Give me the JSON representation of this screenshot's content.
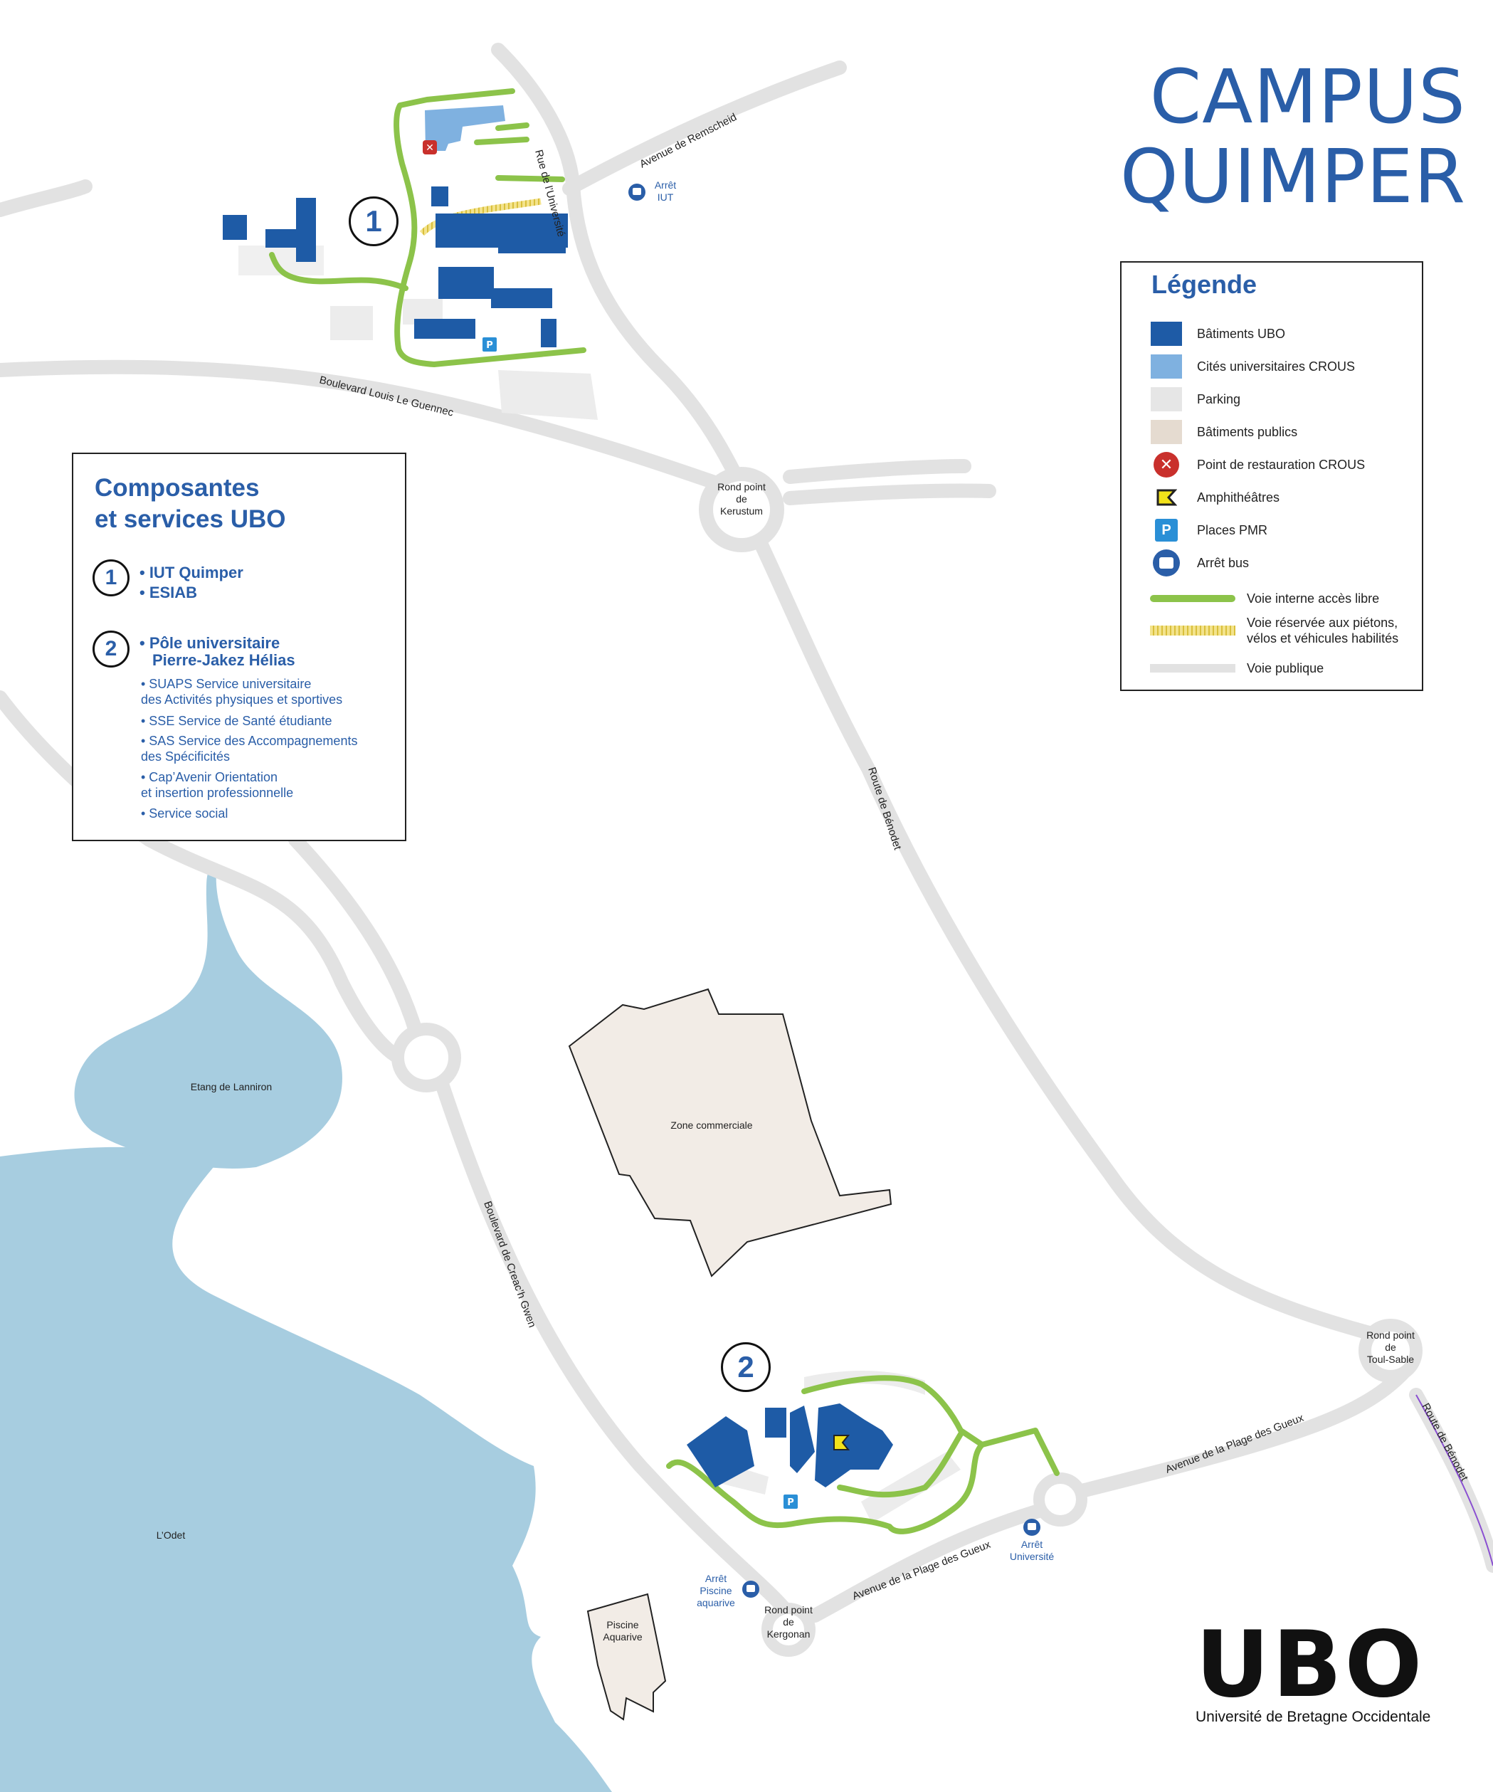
{
  "title": {
    "line1": "CAMPUS",
    "line2": "QUIMPER"
  },
  "colors": {
    "ubo_building": "#1e5ba6",
    "crous_building": "#7fb1e0",
    "parking": "#e6e6e6",
    "public_building": "#efe9e2",
    "restaurant": "#c9302c",
    "amphitheatre": "#f2e21a",
    "pmr": "#2a8fd6",
    "bus": "#2a5ea8",
    "free_access_path": "#8cc34a",
    "restricted_path": "#e8d66a",
    "public_road": "#e2e2e2",
    "water": "#a7cde0",
    "title_blue": "#2a5ea8"
  },
  "legend": {
    "title": "Légende",
    "items": [
      {
        "icon": "ubo-building-swatch",
        "label": "Bâtiments UBO"
      },
      {
        "icon": "crous-building-swatch",
        "label": "Cités universitaires CROUS"
      },
      {
        "icon": "parking-swatch",
        "label": "Parking"
      },
      {
        "icon": "public-building-swatch",
        "label": "Bâtiments publics"
      },
      {
        "icon": "restaurant-icon",
        "label": "Point de restauration CROUS"
      },
      {
        "icon": "amphitheatre-icon",
        "label": "Amphithéâtres"
      },
      {
        "icon": "pmr-icon",
        "label": "Places PMR"
      },
      {
        "icon": "bus-icon",
        "label": "Arrêt bus"
      },
      {
        "icon": "green-path-line",
        "label": "Voie interne accès libre"
      },
      {
        "icon": "yellow-path-line",
        "label": "Voie réservée aux piétons,\nvélos et véhicules habilités"
      },
      {
        "icon": "grey-road-line",
        "label": "Voie publique"
      }
    ]
  },
  "panel": {
    "title_line1": "Composantes",
    "title_line2": "et services UBO",
    "group1": {
      "number": "1",
      "items": [
        "• IUT Quimper",
        "• ESIAB"
      ]
    },
    "group2": {
      "number": "2",
      "heading_line1": "• Pôle universitaire",
      "heading_line2": "Pierre-Jakez Hélias",
      "services": [
        {
          "line1": "• SUAPS Service universitaire",
          "line2": "des Activités physiques et sportives"
        },
        {
          "line1": "• SSE Service de Santé étudiante",
          "line2": ""
        },
        {
          "line1": "• SAS Service des Accompagnements",
          "line2": "des Spécificités"
        },
        {
          "line1": "• Cap’Avenir Orientation",
          "line2": "et insertion professionnelle"
        },
        {
          "line1": "• Service social",
          "line2": ""
        }
      ]
    }
  },
  "map": {
    "campus1_number": "1",
    "campus2_number": "2",
    "streets": {
      "remscheid": "Avenue de Remscheid",
      "universite": "Rue de l’Université",
      "louis_le_guennec": "Boulevard Louis Le Guennec",
      "benodet": "Route de Bénodet",
      "creach_gwen": "Boulevard de Creac’h Gwen",
      "plage_gueux_1": "Avenue de la Plage des Gueux",
      "plage_gueux_2": "Avenue de la Plage des Gueux",
      "benodet_2": "Route de Bénodet"
    },
    "roundabouts": {
      "kerustum": [
        "Rond point",
        "de",
        "Kerustum"
      ],
      "toul_sable": [
        "Rond point",
        "de",
        "Toul-Sable"
      ],
      "kergonan": [
        "Rond point",
        "de",
        "Kergonan"
      ]
    },
    "bus_stops": {
      "iut": [
        "Arrêt",
        "IUT"
      ],
      "piscine": [
        "Arrêt",
        "Piscine",
        "aquarive"
      ],
      "universite": [
        "Arrêt",
        "Université"
      ]
    },
    "places": {
      "etang": "Etang de Lanniron",
      "odet": "L’Odet",
      "zone": "Zone commerciale",
      "piscine": [
        "Piscine",
        "Aquarive"
      ]
    }
  },
  "logo": {
    "wordmark": "UBO",
    "subtitle": "Université de Bretagne Occidentale"
  }
}
